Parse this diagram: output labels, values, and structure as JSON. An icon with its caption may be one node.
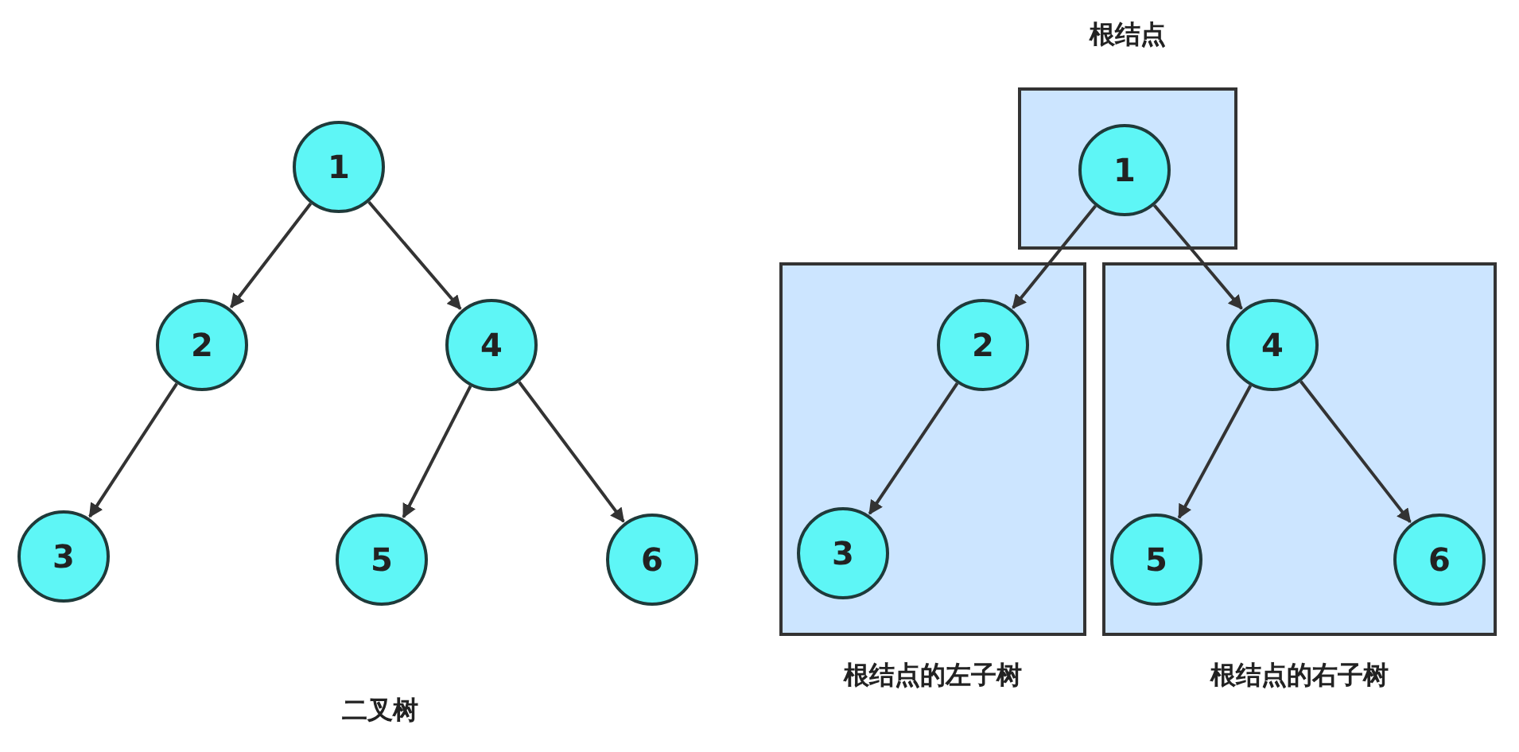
{
  "diagram": {
    "nodes": [
      {
        "text": [
          "1"
        ]
      },
      {
        "text": [
          "2"
        ]
      },
      {
        "text": [
          "4"
        ]
      },
      {
        "text": [
          "3"
        ]
      },
      {
        "text": [
          "5"
        ]
      },
      {
        "text": [
          "6"
        ]
      },
      {
        "text": [
          "根结点"
        ]
      },
      {
        "text": [
          "1"
        ],
        "in": 6
      },
      {
        "text": [
          "根结点的左子树"
        ]
      },
      {
        "text": [
          "2"
        ],
        "in": 8
      },
      {
        "text": [
          "3"
        ],
        "in": 8
      },
      {
        "text": [
          "根结点的右子树"
        ]
      },
      {
        "text": [
          "4"
        ],
        "in": 11
      },
      {
        "text": [
          "5"
        ],
        "in": 11
      },
      {
        "text": [
          "6"
        ],
        "in": 11
      }
    ],
    "edges": [
      {
        "from": 0,
        "to": 1,
        "arrow": "to"
      },
      {
        "from": 0,
        "to": 2,
        "arrow": "to"
      },
      {
        "from": 1,
        "to": 3,
        "arrow": "to"
      },
      {
        "from": 2,
        "to": 4,
        "arrow": "to"
      },
      {
        "from": 2,
        "to": 5,
        "arrow": "to"
      },
      {
        "from": 7,
        "to": 9,
        "arrow": "to"
      },
      {
        "from": 7,
        "to": 12,
        "arrow": "to"
      },
      {
        "from": 9,
        "to": 10,
        "arrow": "to"
      },
      {
        "from": 12,
        "to": 13,
        "arrow": "to"
      },
      {
        "from": 12,
        "to": 14,
        "arrow": "to"
      }
    ],
    "labels": [
      "二叉树"
    ]
  }
}
